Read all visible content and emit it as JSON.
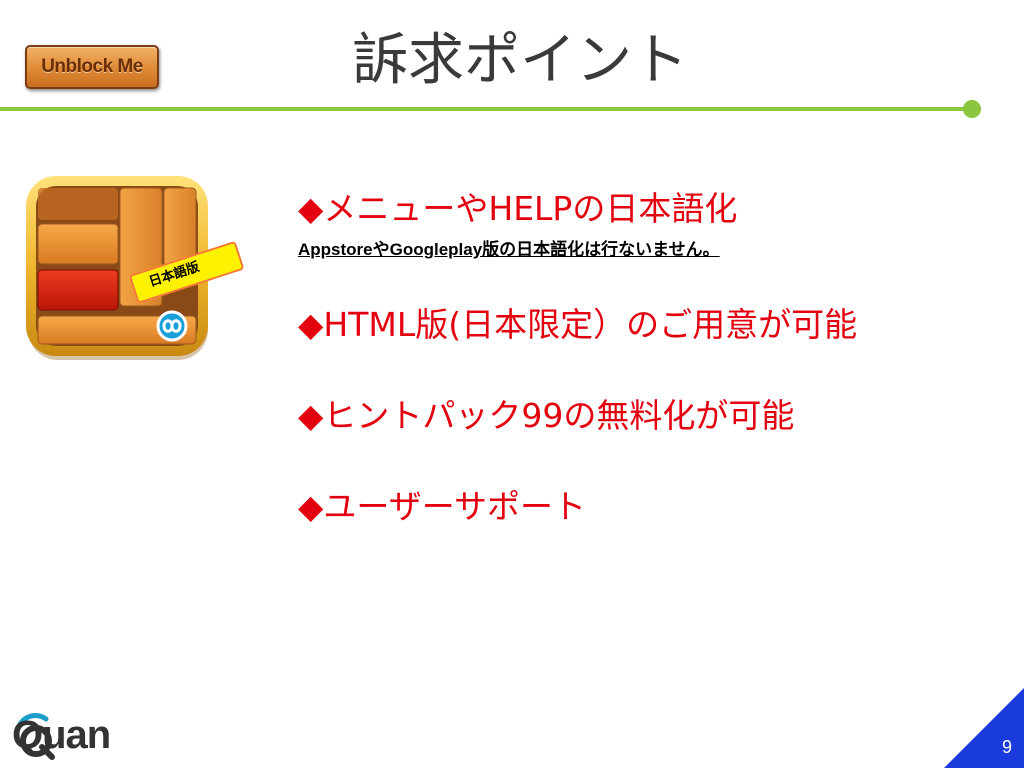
{
  "header": {
    "logo_text": "Unblock Me",
    "title": "訴求ポイント"
  },
  "app_icon": {
    "badge_text": "日本語版"
  },
  "bullets": [
    {
      "text": "◆メニューやHELPの日本語化",
      "note": "AppstoreやGoogleplay版の日本語化は行ないません。"
    },
    {
      "text": "◆HTML版(日本限定）のご用意が可能"
    },
    {
      "text": "◆ヒントパック99の無料化が可能"
    },
    {
      "text": "◆ユーザーサポート"
    }
  ],
  "footer": {
    "brand": "Quan",
    "page_number": "9"
  },
  "colors": {
    "accent_green": "#8cc63f",
    "bullet_red": "#e3000f",
    "corner_blue": "#1a3bdc",
    "brand_teal": "#1a9ec9"
  }
}
